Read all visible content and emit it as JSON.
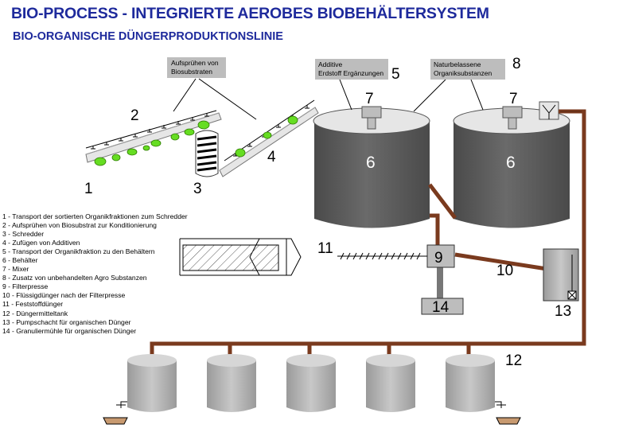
{
  "header": {
    "title": "BIO-PROCESS - INTEGRIERTE AEROBES BIOBEHÄLTERSYSTEM",
    "subtitle": "BIO-ORGANISCHE DÜNGERPRODUKTIONSLINIE"
  },
  "callouts": {
    "spray": [
      "Aufsprühen von",
      "Biosubstraten"
    ],
    "additive": [
      "Additive",
      "Erdstoff Ergänzungen"
    ],
    "natural": [
      "Naturbelassene",
      "Organiksubstanzen"
    ]
  },
  "numbers": {
    "n1": "1",
    "n2": "2",
    "n3": "3",
    "n4": "4",
    "n5": "5",
    "n6a": "6",
    "n6b": "6",
    "n7a": "7",
    "n7b": "7",
    "n8": "8",
    "n9": "9",
    "n10": "10",
    "n11": "11",
    "n12": "12",
    "n13": "13",
    "n14": "14"
  },
  "legend": [
    "1 - Transport der sortierten Organikfraktionen zum Schredder",
    "2 - Aufsprühen von Biosubstrat zur Konditionierung",
    "3 - Schredder",
    "4 - Zufügen von Additiven",
    "5 - Transport der Organikfraktion zu den Behältern",
    "6 - Behälter",
    "7 - Mixer",
    "8 - Zusatz von unbehandelten Agro Substanzen",
    "9 - Filterpresse",
    "10 - Flüssigdünger nach der Filterpresse",
    "11 - Feststoffdünger",
    "12 - Düngermitteltank",
    "13 - Pumpschacht für organischen Dünger",
    "14 - Granuliermühle für organischen Dünger"
  ],
  "colors": {
    "title": "#1e2a9c",
    "tank": "#595959",
    "tank_light": "#bdbdbd",
    "pipe": "#7a3a1e",
    "pellet": "#66dd22"
  }
}
